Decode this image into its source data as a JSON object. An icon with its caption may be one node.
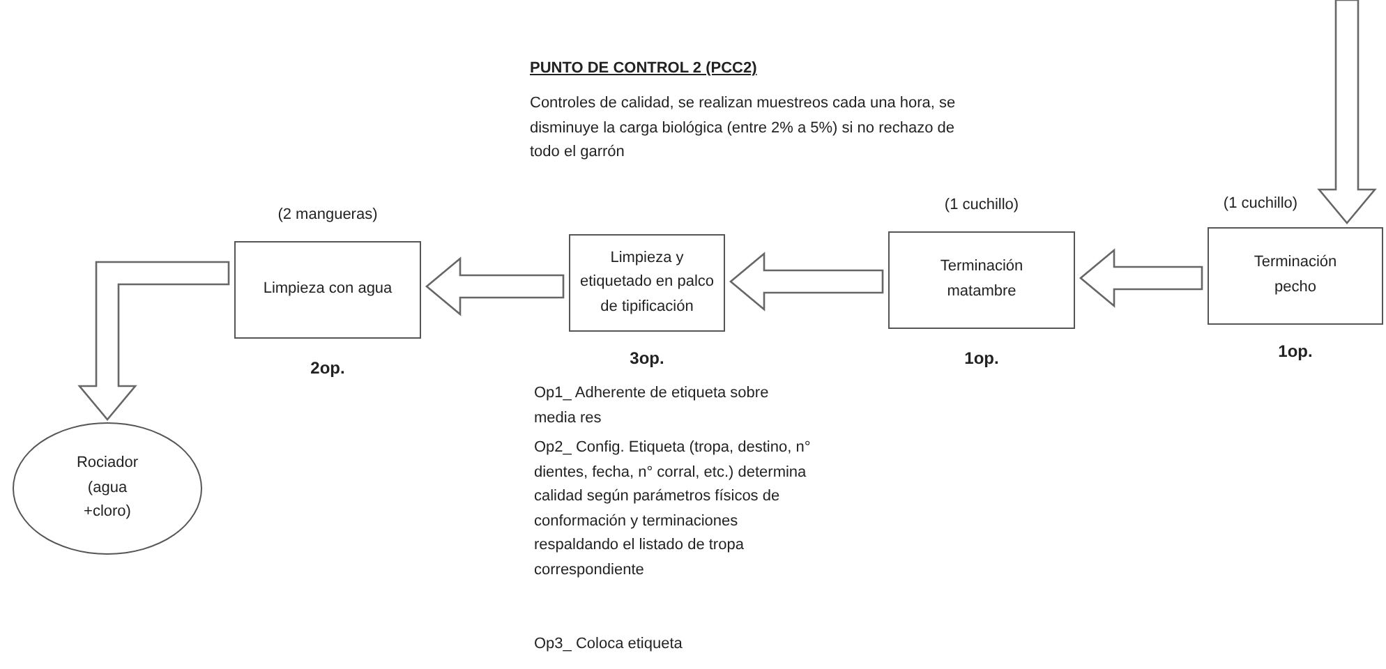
{
  "diagram": {
    "title": "PUNTO DE CONTROL 2 (PCC2)",
    "nodes": [
      {
        "text": [
          "Terminación pecho"
        ],
        "beside": [
          "(1 cuchillo)",
          "1op."
        ]
      },
      {
        "text": [
          "Terminación matambre"
        ],
        "beside": [
          "(1 cuchillo)",
          "1op."
        ]
      },
      {
        "text": [
          "Limpieza y etiquetado en palco de tipificación"
        ],
        "beside": [
          "3op."
        ]
      },
      {
        "text": [
          "Limpieza con agua"
        ],
        "beside": [
          "(2 mangueras)",
          "2op."
        ]
      },
      {
        "text": [
          "Rociador (agua +cloro)"
        ]
      }
    ],
    "edges": [
      {
        "from": null,
        "to": 0,
        "arrow": "to"
      },
      {
        "from": 0,
        "to": 1,
        "arrow": "to"
      },
      {
        "from": 1,
        "to": 2,
        "arrow": "to"
      },
      {
        "from": 2,
        "to": 3,
        "arrow": "to"
      },
      {
        "from": 3,
        "to": 4,
        "arrow": "to"
      }
    ],
    "labels": [
      "Controles de calidad, se realizan muestreos cada una hora, se disminuye  la carga biológica (entre 2% a 5%) si no rechazo de todo el garrón",
      "Op1_ Adherente de etiqueta sobre media res",
      "Op2_ Config. Etiqueta (tropa, destino, n° dientes, fecha, n° corral, etc.) determina calidad según parámetros físicos de conformación y terminaciones respaldando el listado de tropa correspondiente",
      "Op3_ Coloca etiqueta"
    ]
  }
}
